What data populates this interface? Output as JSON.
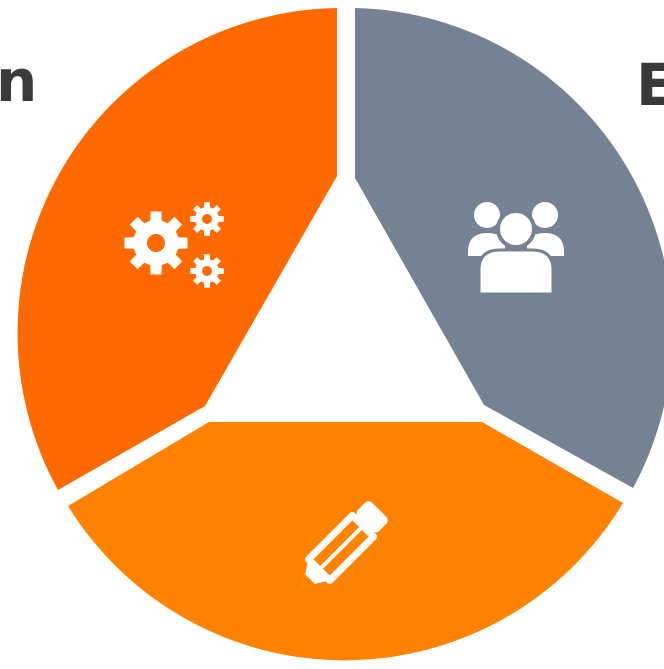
{
  "labels": {
    "left_partial": "n",
    "right_partial": "E"
  },
  "segments": [
    {
      "name": "people",
      "icon": "people-group-icon",
      "color": "#758293"
    },
    {
      "name": "pencil",
      "icon": "pencil-icon",
      "color": "#FF8200"
    },
    {
      "name": "gears",
      "icon": "gears-icon",
      "color": "#FF6A00"
    }
  ],
  "colors": {
    "icon_fill": "#ffffff",
    "label_text": "#3a3a3a",
    "background": "#ffffff"
  }
}
